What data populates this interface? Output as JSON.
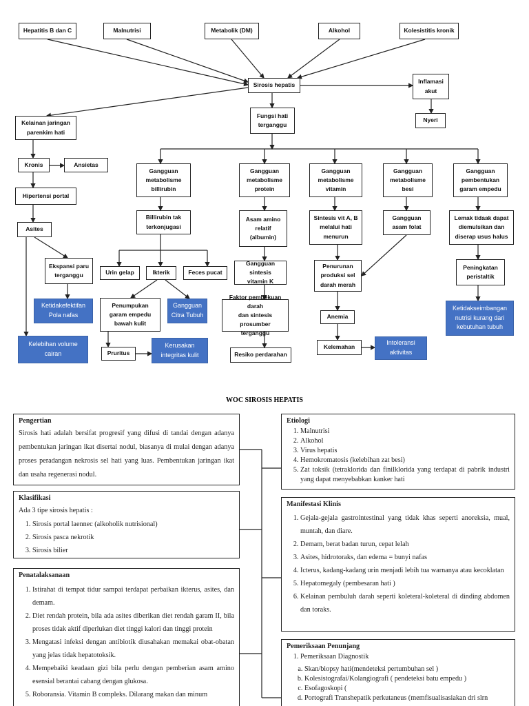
{
  "diagram": {
    "hepatitis": "Hepatitis B dan C",
    "malnutrisi": "Malnutrisi",
    "metabolik": "Metabolik (DM)",
    "alkohol": "Alkohol",
    "kolesistitis": "Kolesistitis kronik",
    "sirosis": "Sirosis hepatis",
    "inflamasi": "Inflamasi\nakut",
    "nyeri": "Nyeri",
    "fungsi": "Fungsi hati\nterganggu",
    "kelainan": "Kelainan jaringan\nparenkim hati",
    "kronis": "Kronis",
    "ansietas": "Ansietas",
    "hipertensi": "Hipertensi portal",
    "asites": "Asites",
    "ekspansi": "Ekspansi paru\nterganggu",
    "ketidakefektifan": "Ketidakefektifan\nPola nafas",
    "kelebihan": "Kelebihan volume\ncairan",
    "g_bilirubin": "Gangguan\nmetabolisme\nbillirubin",
    "g_protein": "Gangguan\nmetabolisme\nprotein",
    "g_vitamin": "Gangguan\nmetabolisme\nvitamin",
    "g_besi": "Gangguan\nmetabolisme\nbesi",
    "g_garam": "Gangguan\npembentukan\ngaram empedu",
    "bilirubin_tak": "Billirubin tak\nterkonjugasi",
    "urin": "Urin gelap",
    "ikterik": "Ikterik",
    "feces": "Feces pucat",
    "penumpukan": "Penumpukan\ngaram empedu\nbawah kulit",
    "citra": "Gangguan\nCitra Tubuh",
    "pruritus": "Pruritus",
    "kerusakan": "Kerusakan\nintegritas kulit",
    "asam_amino": "Asam amino\nrelatif\n(albumin)",
    "sintesis_k": "Gangguan sintesis\nvitamin K",
    "faktor": "Faktor pembekuan darah\ndan sintesis prosumber\nterganggu",
    "resiko": "Resiko perdarahan",
    "sintesis_ab": "Sintesis vit A, B\nmelalui hati\nmenurun",
    "penurunan": "Penurunan\nproduksi sel\ndarah merah",
    "anemia": "Anemia",
    "kelemahan": "Kelemahan",
    "intoleransi": "Intoleransi\naktivitas",
    "asam_folat": "Gangguan\nasam folat",
    "lemak": "Lemak tidaak dapat\ndiemulsikan dan\ndiserap usus halus",
    "peristaltik": "Peningkatan\nperistaltik",
    "ketidakseimbangan": "Ketidakseimbangan\nnutrisi kurang dari\nkebutuhan tubuh"
  },
  "colors": {
    "nursing_diagnosis": "#4472C4"
  },
  "title": "WOC SIROSIS HEPATIS",
  "pengertian": {
    "heading": "Pengertian",
    "text": "Sirosis hati adalah bersifat progresif yang difusi di tandai dengan adanya pembentukan  jaringan ikat disertai nodul, biasanya di mulai dengan adanya proses peradangan nekrosis sel hati yang luas. Pembentukan jaringan ikat dan usaha regenerasi nodul."
  },
  "klasifikasi": {
    "heading": "Klasifikasi",
    "intro": "Ada 3 tipe sirosis hepatis :",
    "items": [
      "Sirosis portal laennec (alkoholik nutrisional)",
      "Sirosis pasca nekrotik",
      "Sirosis bilier"
    ]
  },
  "penatalaksanaan": {
    "heading": "Penatalaksanaan",
    "items": [
      "Istirahat di tempat tidur sampai terdapat perbaikan ikterus, asites, dan demam.",
      "Diet rendah protein, bila ada asites diberikan diet rendah garam II, bila proses tidak aktif diperlukan diet tinggi kalori dan tinggi protein",
      "Mengatasi infeksi dengan antibiotik diusahakan memakai obat-obatan yang jelas tidak hepatotoksik.",
      "Mempebaiki keadaan gizi bila perlu dengan pemberian asam amino esensial berantai cabang dengan glukosa.",
      "Roboransia. Vitamin B compleks. Dilarang makan dan minum"
    ]
  },
  "etiologi": {
    "heading": "Etiologi",
    "items": [
      "Malnutrisi",
      "Alkohol",
      "Virus hepatis",
      "Hemokromatosis (kelebihan zat besi)",
      "Zat toksik (tetraklorida dan finilklorida yang terdapat di pabrik industri yang dapat menyebabkan kanker hati"
    ]
  },
  "manifestasi": {
    "heading": "Manifestasi Klinis",
    "items": [
      "Gejala-gejala gastrointestinal yang tidak khas seperti anoreksia, mual, muntah, dan diare.",
      "Demam, berat badan turun, cepat lelah",
      "Asites, hidrotoraks, dan edema = bunyi nafas",
      "Icterus, kadang-kadang urin menjadi lebih tua warnanya atau kecoklatan",
      "Hepatomegaly (pembesaran hati )",
      "Kelainan pembuluh darah seperti koleteral-koleteral di dinding abdomen dan toraks."
    ]
  },
  "pemeriksaan": {
    "heading": "Pemeriksaan Penunjang",
    "items": [
      "Pemeriksaan Diagnostik"
    ],
    "sub_items": [
      "Skan/biopsy hati(mendeteksi pertumbuhan sel )",
      "Kolesistografai/Kolangiografi  ( pendeteksi batu empedu )",
      "Esofagoskopi (",
      "Portografi Transhepatik perkutaneus (memfisualisasiakan dri slrn"
    ]
  }
}
